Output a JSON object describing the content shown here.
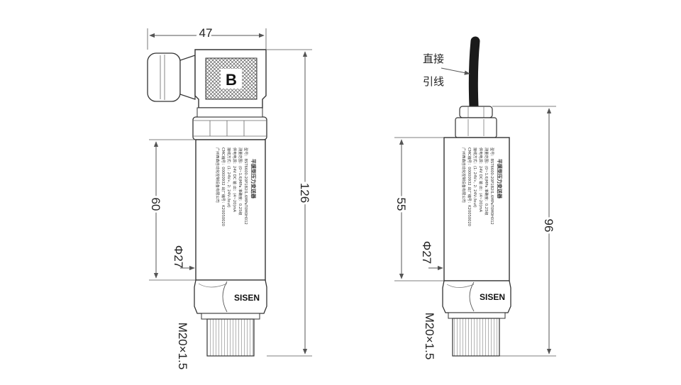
{
  "left_view": {
    "connector_letter": "B",
    "dimensions": {
      "width": "47",
      "total_height": "126",
      "body_height": "60",
      "diameter": "Φ27",
      "thread": "M20×1.5"
    },
    "brand": "SISEN"
  },
  "right_view": {
    "cable_label_line1": "直接",
    "cable_label_line2": "引线",
    "dimensions": {
      "total_height": "96",
      "body_height": "55",
      "diameter": "Φ27",
      "thread": "M20×1.5"
    },
    "brand": "SISEN"
  },
  "nameplate": {
    "title": "平膜型压力变送器",
    "line1": "型号：BST6600-20P1B2I1.6MPaT0M0H012",
    "line2": "测量范围：(0~1.6)MPa      准确度：0.25级",
    "line3": "供电电源：24V DC          输   出：(4~20)mA",
    "line4": "接线方式：(1: 24V+, 2: 24V-/Iout)",
    "line5": "CMC编号：00000932  出厂编号：K20050020",
    "line6": "广州西森自动化控制设备有限公司"
  },
  "colors": {
    "line": "#333333",
    "dim_line": "#555555",
    "cable": "#1a1a1a"
  }
}
